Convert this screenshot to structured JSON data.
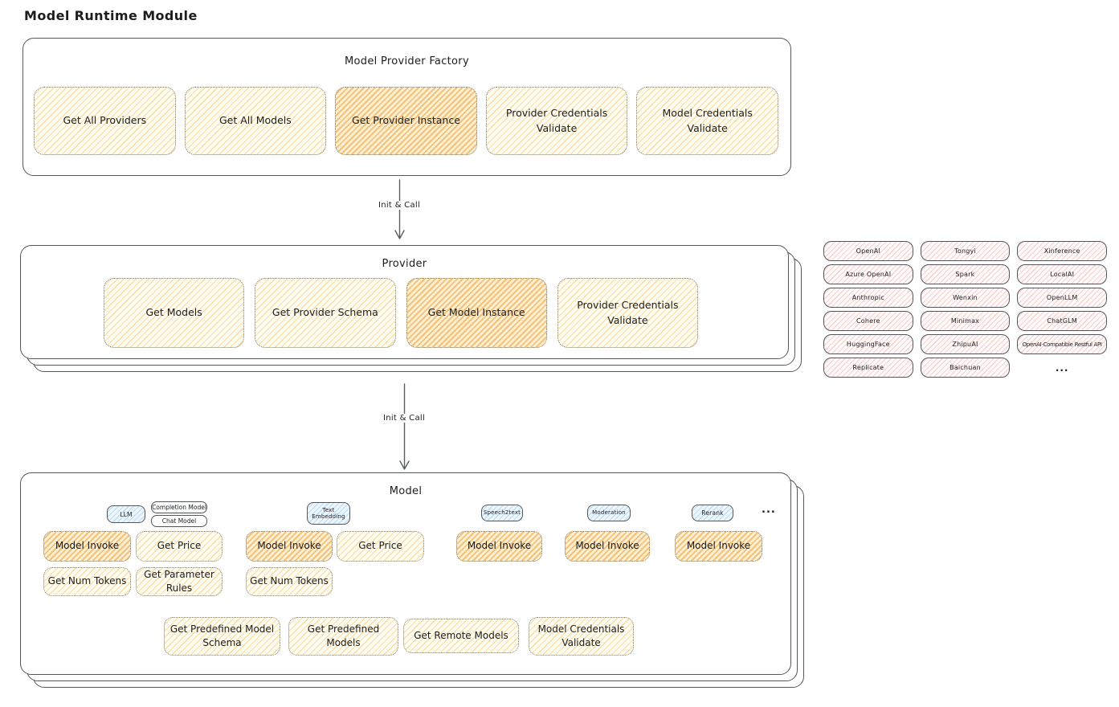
{
  "page": {
    "title": "Model Runtime Module"
  },
  "factory": {
    "title": "Model Provider Factory",
    "buttons": [
      {
        "label": "Get All Providers",
        "highlighted": false
      },
      {
        "label": "Get All Models",
        "highlighted": false
      },
      {
        "label": "Get Provider Instance",
        "highlighted": true
      },
      {
        "label": "Provider Credentials Validate",
        "highlighted": false
      },
      {
        "label": "Model Credentials Validate",
        "highlighted": false
      }
    ]
  },
  "arrows": {
    "init_call_1": "Init & Call",
    "init_call_2": "Init & Call"
  },
  "provider": {
    "title": "Provider",
    "buttons": [
      {
        "label": "Get Models",
        "highlighted": false
      },
      {
        "label": "Get Provider Schema",
        "highlighted": false
      },
      {
        "label": "Get Model Instance",
        "highlighted": true
      },
      {
        "label": "Provider Credentials Validate",
        "highlighted": false
      }
    ]
  },
  "providers_list": {
    "items": [
      "OpenAI",
      "Tongyi",
      "Xinference",
      "Azure OpenAI",
      "Spark",
      "LocalAI",
      "Anthropic",
      "Wenxin",
      "OpenLLM",
      "Cohere",
      "Minimax",
      "ChatGLM",
      "HuggingFace",
      "ZhipuAI",
      "OpenAI-Compatible Restful API",
      "Replicate",
      "Baichuan",
      "..."
    ],
    "more_symbol": "..."
  },
  "model": {
    "title": "Model",
    "types": {
      "llm": "LLM",
      "completion_model": "Completion Model",
      "chat_model": "Chat Model",
      "text_embedding": "Text Embedding",
      "speech2text": "Speech2text",
      "moderation": "Moderation",
      "rerank": "Rerank",
      "more": "..."
    },
    "buttons": {
      "model_invoke": "Model Invoke",
      "get_price": "Get Price",
      "get_num_tokens": "Get Num Tokens",
      "get_parameter_rules": "Get Parameter Rules",
      "get_predefined_model_schema": "Get Predefined Model Schema",
      "get_predefined_models": "Get Predefined Models",
      "get_remote_models": "Get Remote Models",
      "model_credentials_validate": "Model Credentials Validate"
    }
  },
  "colors": {
    "text": "#1d1d1d",
    "border_dark": "#54575a",
    "border_dotted": "#7d7d74",
    "arrow": "#5b5e61",
    "action_fill": "#fffcf1",
    "action_hatch": "#f6dda6",
    "highlight_fill": "#fdf0d4",
    "highlight_hatch": "#f3c177",
    "provider_fill": "#fffbfb",
    "provider_hatch": "#f6cfcf",
    "type_fill": "#eef6fd",
    "type_hatch": "#bcdcf2"
  }
}
